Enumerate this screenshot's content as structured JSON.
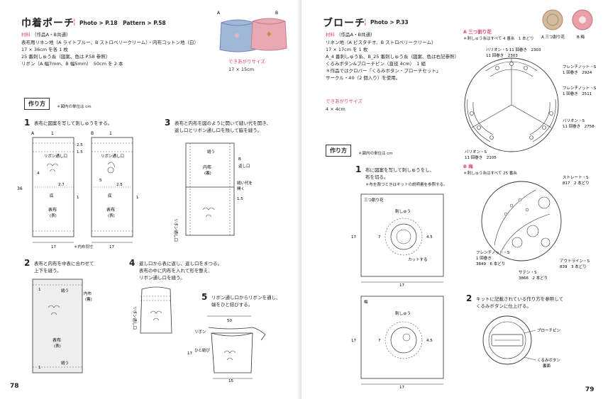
{
  "left": {
    "title": "巾着ポーチ",
    "photo_ref": "Photo > P.18　Pattern > P.58",
    "materials_label": "材料",
    "materials_note": "（作品A・B共通）",
    "materials": [
      "表布用リネン地（A ライトブルー、B ストロベリークリーム）・内布コットン地（白）",
      "17 × 36cm を各 1 枚",
      "25 番刺しゅう糸（図案、色は P.58 参照）",
      "リボン（A 幅7mm、B 幅5mm）　50cm を 2 本"
    ],
    "finished_label": "できあがりサイズ",
    "finished_size": "17 × 15cm",
    "photo_labels": [
      "A",
      "B"
    ],
    "howto_label": "作り方",
    "unit_note": "＊図内の単位は cm",
    "steps": [
      {
        "num": "1",
        "text": "表布に図案を写して刺しゅうをする。"
      },
      {
        "num": "2",
        "text": "表布と内布を中表に合わせて\n上下を縫う。"
      },
      {
        "num": "3",
        "text": "表布と内布を図のように開いて縫い代を開き、\n返し口とリボン通し口を残して脇を縫う。"
      },
      {
        "num": "4",
        "text": "返し口から表に返し、返し口をまつる。\n表布の中に内布を入れて形を整え、\nリボン通し口を縫う。"
      },
      {
        "num": "5",
        "text": "リボン通し口からリボンを通し、\n端をひと結びする。"
      }
    ],
    "diagram_labels": {
      "A": "A",
      "B": "B",
      "one": "1",
      "d2_5": "2.5",
      "d1_5": "1.5",
      "ribbon_slot": "リボン通し口",
      "d4": "4",
      "d5": "5",
      "d2_7": "2.7",
      "d36": "36",
      "embroidery": "刺しゅう",
      "bottom": "底",
      "outer_back": "表布\n(裏)",
      "d17": "17",
      "inner_same": "＊内布同寸",
      "sew": "縫う",
      "inner_back": "内布\n(裏)",
      "return_slot": "返し口",
      "open_allow": "縫い代を\n開く",
      "ribbon": "リボン",
      "d50": "50",
      "knot": "ひと結び",
      "d15": "15"
    },
    "page_number": "78"
  },
  "right": {
    "title": "ブローチ",
    "photo_ref": "Photo > P.33",
    "materials_label": "材料",
    "materials_note": "（作品A・B共通）",
    "materials": [
      "リネン地（A ピスタチオ、B ストロベリークリーム）",
      "17 × 17cm を 1 枚",
      "A_4 番刺しゅう糸、B_25 番刺しゅう糸（図案、色は右記参照）",
      "くるみボタン&ブローチピン（直径 4cm）　1 組",
      "＊作品ではクロバー「くるみボタン・ブローチセット」",
      "サークル・40（2 個入り）を使用。"
    ],
    "finished_label": "できあがりサイズ",
    "finished_size": "4 × 4cm",
    "howto_label": "作り方",
    "unit_note": "＊図内の単位は cm",
    "steps": [
      {
        "num": "1",
        "text": "布に図案を写して刺しゅうをし、\n布を切る。",
        "note": "＊布を裁つときはキットの説明書を参照する。"
      },
      {
        "num": "2",
        "text": "キットに記載されている作り方を参照して\nくるみボタンに仕上げる。"
      }
    ],
    "photo_labels": [
      "A 三つ割り花",
      "B 梅"
    ],
    "pattern_a": {
      "title": "A 三つ割り花",
      "note": "＊刺しゅう糸はすべて 4 番糸　1 本どり",
      "labels": [
        "バリオン・S\n11 回巻き　2303",
        "フレンチノット・S\n1 回巻き　2924",
        "フレンチノット・S\n1 回巻き　2511",
        "バリオン・S\n11 回巻き　2758",
        "バリオン・S\n11 回巻き　2105"
      ]
    },
    "pattern_b": {
      "title": "B 梅",
      "note": "＊刺しゅう糸はすべて 25 番糸",
      "labels": [
        "ストレート・S\n817　2 本どり",
        "フレンチノット・S\n1 回巻き\n3849　6 本どり",
        "サテン・S\n3866　2 本どり",
        "アウトライン・S\n839　3 本どり"
      ]
    },
    "fabric_labels": {
      "a_name": "三つ割り花",
      "b_name": "梅",
      "embroidery": "刺しゅう",
      "cut_line": "カットする",
      "d17": "17",
      "d7": "7",
      "d4_5": "4.5"
    },
    "kit_labels": {
      "brooch_pin": "ブローチピン",
      "button": "くるみボタン\n裏面"
    },
    "page_number": "79"
  },
  "colors": {
    "accent": "#e0457b",
    "line": "#333333",
    "dotted": "#555555",
    "pouch_a": "#9fb8d8",
    "pouch_b": "#e9a9b4"
  }
}
